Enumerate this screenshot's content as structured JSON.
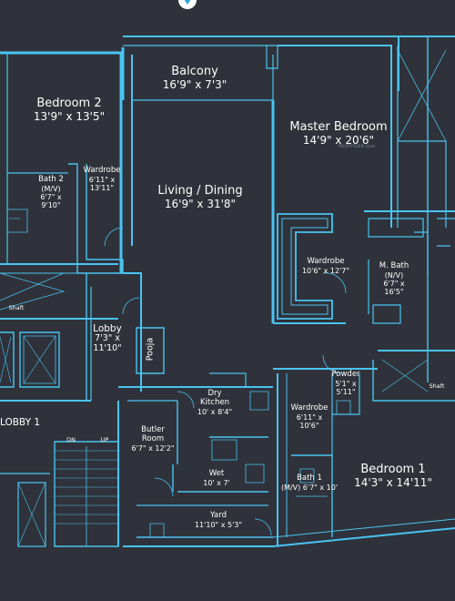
{
  "rooms": {
    "balcony": {
      "name": "Balcony",
      "dims": "16'9\" x 7'3\""
    },
    "bedroom2": {
      "name": "Bedroom 2",
      "dims": "13'9\" x 13'5\""
    },
    "master": {
      "name": "Master Bedroom",
      "dims": "14'9\" x 20'6\""
    },
    "living": {
      "name": "Living / Dining",
      "dims": "16'9\" x 31'8\""
    },
    "bath2": {
      "name": "Bath 2",
      "sub": "(M/V)",
      "dims1": "6'7\" x",
      "dims2": "9'10\""
    },
    "wardrobe2": {
      "name": "Wardrobe",
      "dims1": "6'11\" x",
      "dims2": "13'11\""
    },
    "wardrobe_m": {
      "name": "Wardrobe",
      "dims": "10'6\" x 12'7\""
    },
    "mbath": {
      "name": "M. Bath",
      "sub": "(N/V)",
      "dims1": "6'7\" x",
      "dims2": "16'5\""
    },
    "lobby": {
      "name": "Lobby",
      "dims1": "7'3\" x",
      "dims2": "11'10\""
    },
    "pooja": {
      "name": "Pooja"
    },
    "dry_kitchen": {
      "name": "Dry",
      "name2": "Kitchen",
      "dims": "10' x 8'4\""
    },
    "powder": {
      "name": "Powder",
      "dims1": "5'1\" x",
      "dims2": "5'11\""
    },
    "lobby1": {
      "name": "LOBBY 1"
    },
    "butler": {
      "name": "Butler",
      "name2": "Room",
      "dims": "6'7\" x 12'2\""
    },
    "wardrobe1": {
      "name": "Wardrobe",
      "dims1": "6'11\" x",
      "dims2": "10'6\""
    },
    "bedroom1": {
      "name": "Bedroom 1",
      "dims": "14'3\" x 14'11\""
    },
    "wet": {
      "name": "Wet",
      "dims": "10' x 7'"
    },
    "bath1": {
      "name": "Bath 1",
      "dims": "(M/V) 6'7\" x 10'"
    },
    "yard": {
      "name": "Yard",
      "dims": "11'10\" x 5'3\""
    }
  },
  "shaft_label": "Shaft",
  "stair": {
    "dn": "DN",
    "up": "UP"
  },
  "watermark": "PROPTIGER.com",
  "colors": {
    "background": "#2f323a",
    "wall": "#49c4f2",
    "wall_fill": "#2aa7e0",
    "text": "#ffffff",
    "thin_line": "#8ed8f6"
  }
}
